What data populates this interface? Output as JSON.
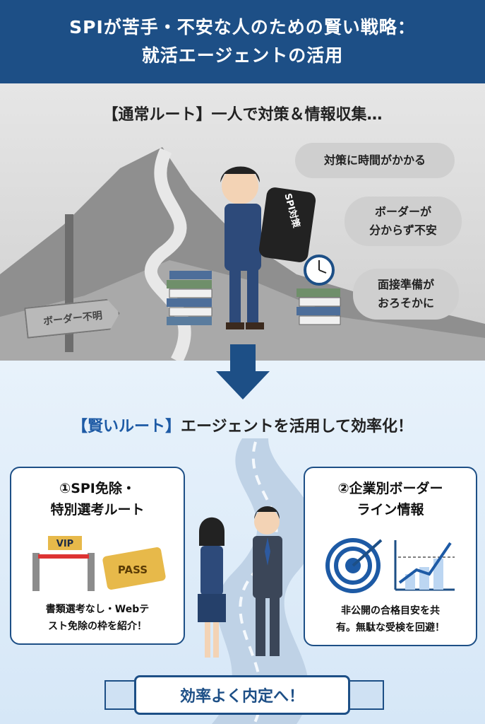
{
  "header": {
    "title_line1": "SPIが苦手・不安な人のための賢い戦略：",
    "title_line2": "就活エージェントの活用"
  },
  "normal_route": {
    "title": "【通常ルート】一人で対策＆情報収集…",
    "sign_label": "ボーダー不明",
    "backpack_label": "SPI対策",
    "thoughts": [
      "対策に時間がかかる",
      "ボーダーが\n分からず不安",
      "面接準備が\nおろそかに"
    ]
  },
  "smart_route": {
    "title_highlight": "【賢いルート】",
    "title_rest": "エージェントを活用して効率化！",
    "card_left": {
      "title": "①SPI免除・\n特別選考ルート",
      "vip_label": "VIP",
      "pass_label": "PASS",
      "desc": "書類選考なし・Webテ\nスト免除の枠を紹介！"
    },
    "card_right": {
      "title": "②企業別ボーダー\nライン情報",
      "desc": "非公開の合格目安を共\n有。無駄な受検を回避！"
    },
    "banner": "効率よく内定へ！"
  },
  "colors": {
    "navy": "#1d4f86",
    "accent_blue": "#1d5aa5",
    "gold": "#e7b94a"
  }
}
